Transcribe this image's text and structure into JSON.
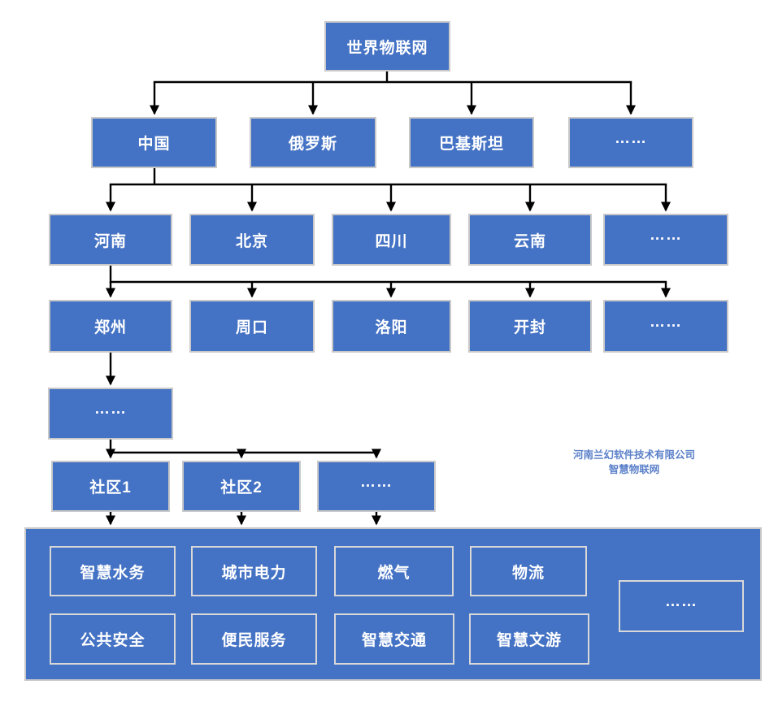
{
  "diagram": {
    "root": {
      "label": "世界物联网"
    },
    "countries": [
      {
        "label": "中国"
      },
      {
        "label": "俄罗斯"
      },
      {
        "label": "巴基斯坦"
      },
      {
        "label": "……"
      }
    ],
    "provinces": [
      {
        "label": "河南"
      },
      {
        "label": "北京"
      },
      {
        "label": "四川"
      },
      {
        "label": "云南"
      },
      {
        "label": "……"
      }
    ],
    "cities": [
      {
        "label": "郑州"
      },
      {
        "label": "周口"
      },
      {
        "label": "洛阳"
      },
      {
        "label": "开封"
      },
      {
        "label": "……"
      }
    ],
    "districts": {
      "label": "……"
    },
    "communities": [
      {
        "label": "社区1"
      },
      {
        "label": "社区2"
      },
      {
        "label": "……"
      }
    ],
    "services_row1": [
      {
        "label": "智慧水务"
      },
      {
        "label": "城市电力"
      },
      {
        "label": "燃气"
      },
      {
        "label": "物流"
      }
    ],
    "services_row2": [
      {
        "label": "公共安全"
      },
      {
        "label": "便民服务"
      },
      {
        "label": "智慧交通"
      },
      {
        "label": "智慧文游"
      }
    ],
    "services_more": {
      "label": "……"
    }
  },
  "watermark": {
    "line1": "河南兰幻软件技术有限公司",
    "line2": "智慧物联网"
  },
  "colors": {
    "node_fill": "#4472c4",
    "node_border": "#c9c9c9",
    "inner_border": "#d8d8d8",
    "connector": "#000000",
    "node_text": "#ffffff",
    "watermark_text": "#4a73c4"
  }
}
